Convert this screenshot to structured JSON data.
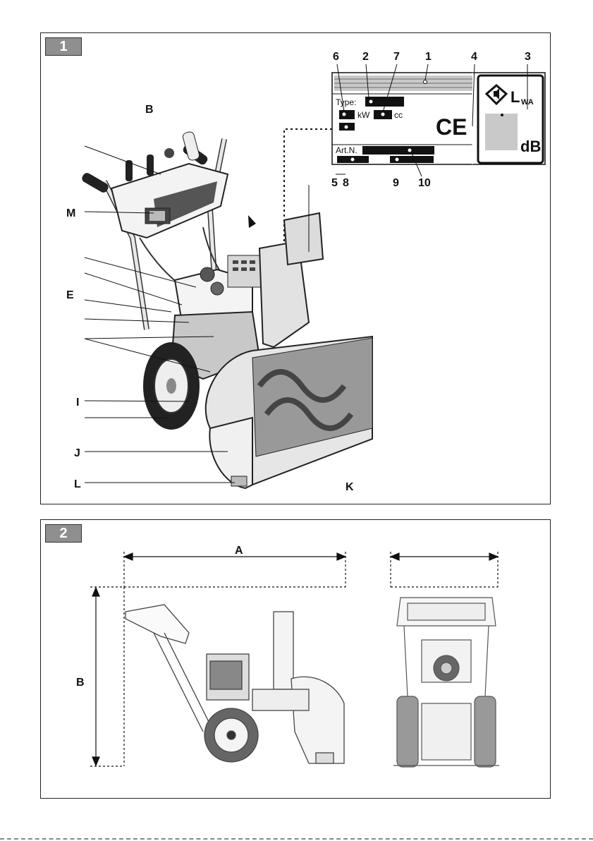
{
  "figure1": {
    "tab": "1",
    "labels": {
      "B": "B",
      "M": "M",
      "E": "E",
      "I": "I",
      "J": "J",
      "L": "L",
      "K": "K"
    },
    "plate_callouts": {
      "n6": "6",
      "n2": "2",
      "n7": "7",
      "n1": "1",
      "n4": "4",
      "n3": "3",
      "n5": "5",
      "n8": "8",
      "n9": "9",
      "n10": "10"
    },
    "rating_plate": {
      "type_label": "Type:",
      "kw_unit": "kW",
      "cc_unit": "cc",
      "artn_label": "Art.N.",
      "ce_mark": "CE",
      "lwa_main": "L",
      "lwa_sub": "WA",
      "db_unit": "dB"
    }
  },
  "figure2": {
    "tab": "2",
    "dim_a": "A",
    "dim_b": "B"
  }
}
